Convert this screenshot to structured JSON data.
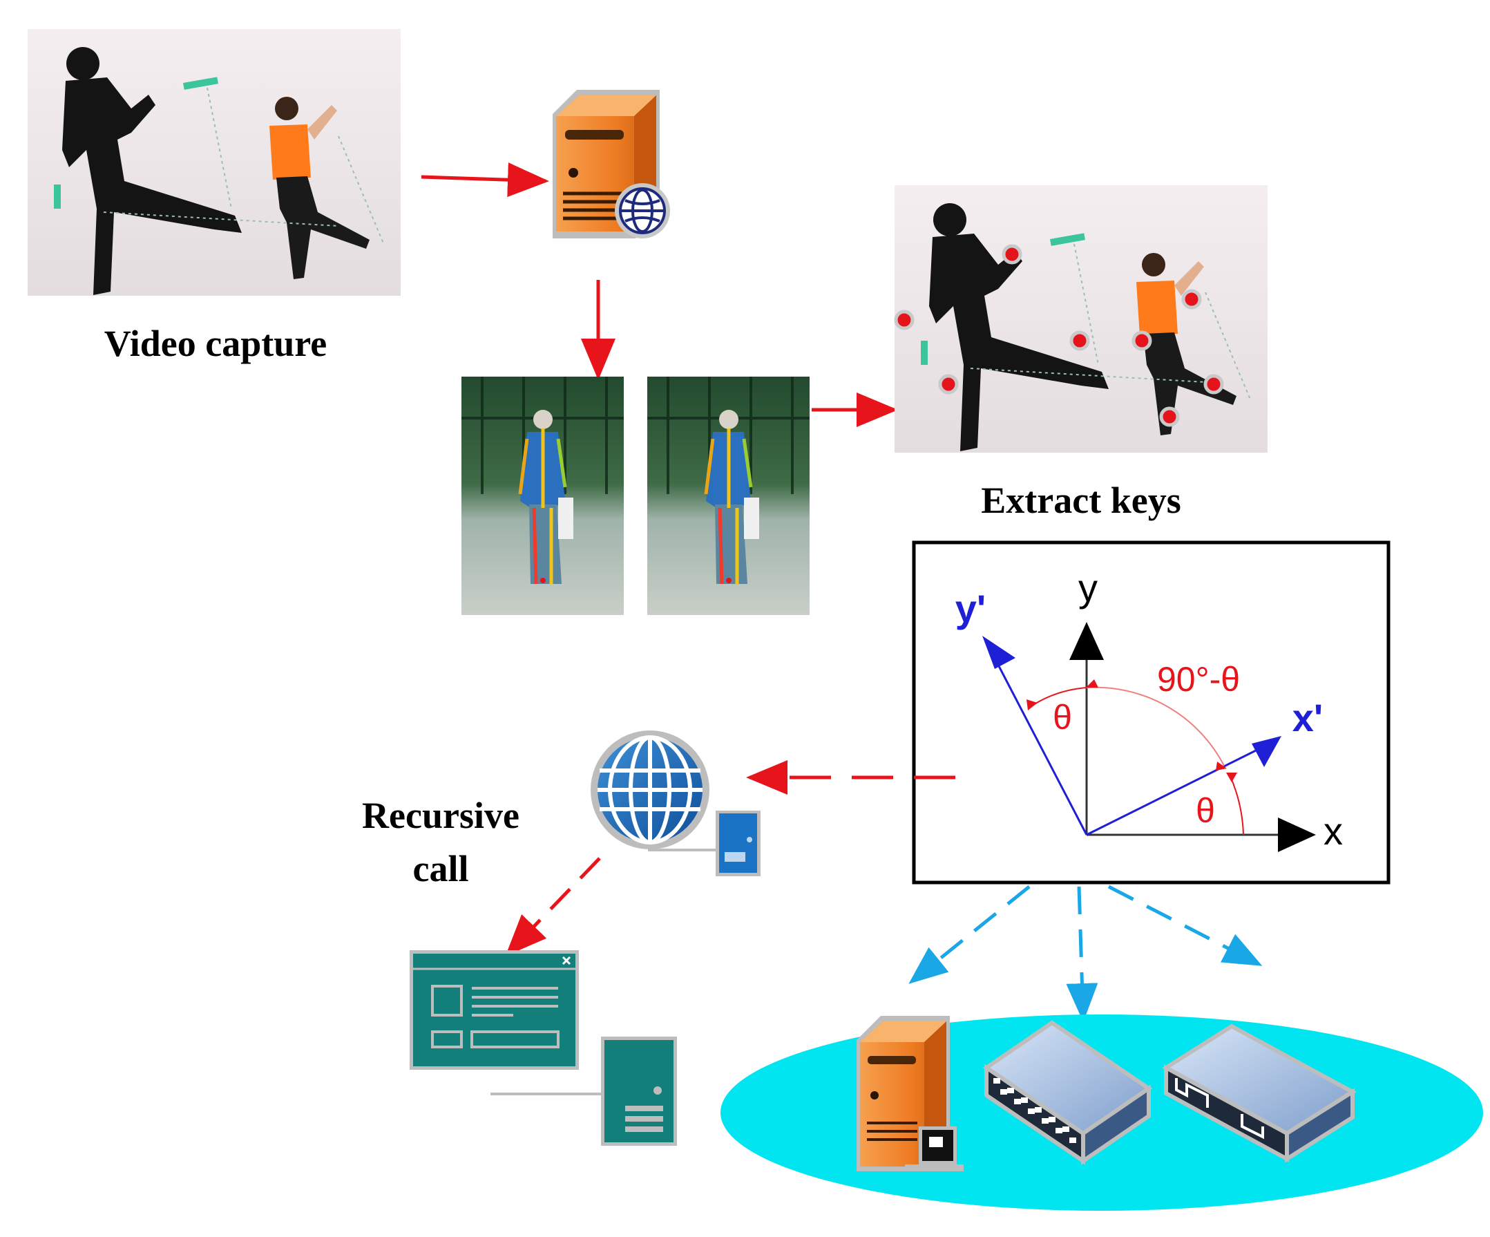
{
  "labels": {
    "video_capture": "Video capture",
    "extract_keys": "Extract keys",
    "recursive_call_line1": "Recursive",
    "recursive_call_line2": "call"
  },
  "coordinate_panel": {
    "axis_y": "y",
    "axis_x": "x",
    "axis_y_prime": "y'",
    "axis_x_prime": "x'",
    "angle_complement": "90°-θ",
    "angle_theta_upper": "θ",
    "angle_theta_lower": "θ"
  },
  "icons": {
    "server": "server-with-globe-icon",
    "globe": "globe-network-icon",
    "window": "application-window-icon",
    "switch": "network-switch-icon",
    "hub": "network-hub-icon",
    "workstation": "workstation-icon"
  },
  "colors": {
    "flow_red": "#e8141b",
    "flow_blue": "#1aa7e6",
    "network_ellipse": "#00e5f0",
    "server_orange": "#ee7b22",
    "teal_window": "#127f7a",
    "axis_blue": "#1f1fd6",
    "keypoint_red": "#e5141b"
  }
}
